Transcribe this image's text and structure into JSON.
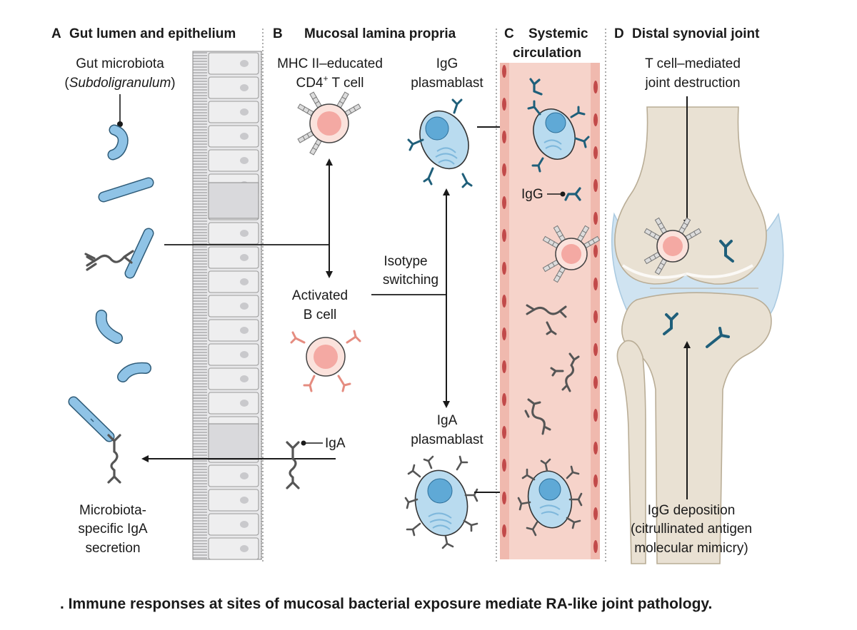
{
  "panels": {
    "a": {
      "letter": "A",
      "title": "Gut lumen and epithelium"
    },
    "b": {
      "letter": "B",
      "title": "Mucosal lamina propria"
    },
    "c": {
      "letter": "C",
      "title_line1": "Systemic",
      "title_line2": "circulation"
    },
    "d": {
      "letter": "D",
      "title": "Distal synovial joint"
    }
  },
  "labels": {
    "microbiota_line1": "Gut microbiota",
    "microbiota_line2": "Subdoligranulum",
    "mhc_line1": "MHC II–educated",
    "mhc_line2": "CD4",
    "mhc_sup": "+",
    "mhc_line2_end": " T cell",
    "igg_plasmablast_line1": "IgG",
    "igg_plasmablast_line2": "plasmablast",
    "isotype_line1": "Isotype",
    "isotype_line2": "switching",
    "activated_line1": "Activated",
    "activated_line2": "B cell",
    "iga": "IgA",
    "iga_plasmablast_line1": "IgA",
    "iga_plasmablast_line2": "plasmablast",
    "igg": "IgG",
    "secretion_line1": "Microbiota-",
    "secretion_line2": "specific IgA",
    "secretion_line3": "secretion",
    "tcell_destruction_line1": "T cell–mediated",
    "tcell_destruction_line2": "joint destruction",
    "deposition_line1": "IgG deposition",
    "deposition_line2": "(citrullinated antigen",
    "deposition_line3": "molecular mimicry)"
  },
  "caption": ". Immune responses at sites of mucosal bacterial exposure mediate RA-like joint pathology.",
  "colors": {
    "bacteria": "#8fc3e6",
    "plasmablast": "#b9dbef",
    "nucleus": "#5fa9d6",
    "tcell": "#f4b7ae",
    "tcell_nucleus": "#eb8f8c",
    "antibody_igg": "#1f5f7a",
    "antibody_grey": "#555555",
    "antibody_pink": "#e58c80",
    "vessel": "#f6d3ca",
    "vessel_wall": "#c24a4a",
    "bone": "#e9e1d3",
    "cartilage": "#cfe3f1",
    "epithelium": "#e8e8ea"
  }
}
